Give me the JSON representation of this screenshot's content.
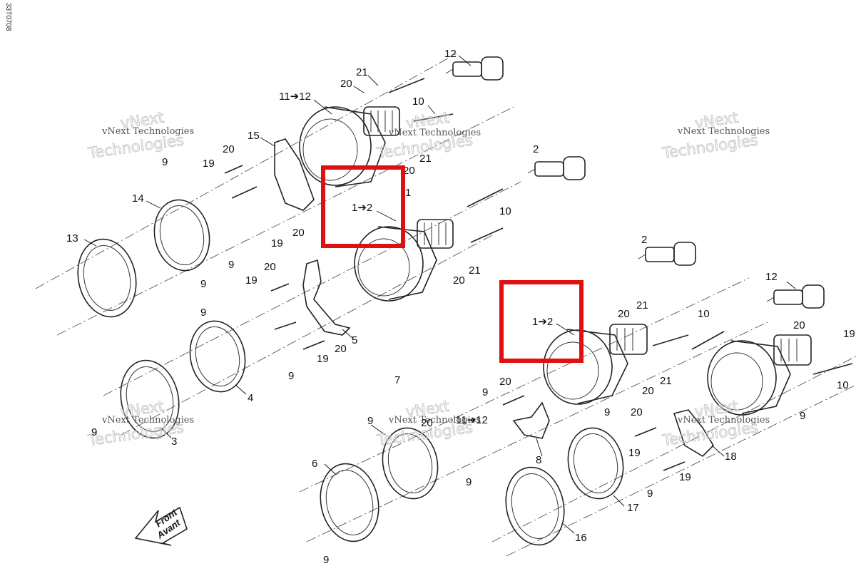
{
  "document_id": "rmr2013-033-007_e",
  "doc_code": "33T0708",
  "front_label_en": "Front",
  "front_label_fr": "Avant",
  "watermark": {
    "line1": "vNext Technologies",
    "line2": "Technologies",
    "line3": "vNext"
  },
  "highlight_color": "#e01010",
  "callouts": [
    "12",
    "21",
    "20",
    "11➔12",
    "10",
    "15",
    "20",
    "9",
    "19",
    "21",
    "20",
    "14",
    "1",
    "1➔2",
    "10",
    "13",
    "20",
    "19",
    "9",
    "20",
    "19",
    "21",
    "20",
    "5",
    "9",
    "20",
    "19",
    "9",
    "9",
    "4",
    "2",
    "2",
    "12",
    "21",
    "20",
    "10",
    "1➔2",
    "20",
    "19",
    "20",
    "21",
    "20",
    "10",
    "9",
    "7",
    "9",
    "20",
    "9",
    "20",
    "11➔12",
    "9",
    "6",
    "19",
    "18",
    "8",
    "9",
    "19",
    "9",
    "17",
    "16",
    "9",
    "3",
    "9"
  ]
}
